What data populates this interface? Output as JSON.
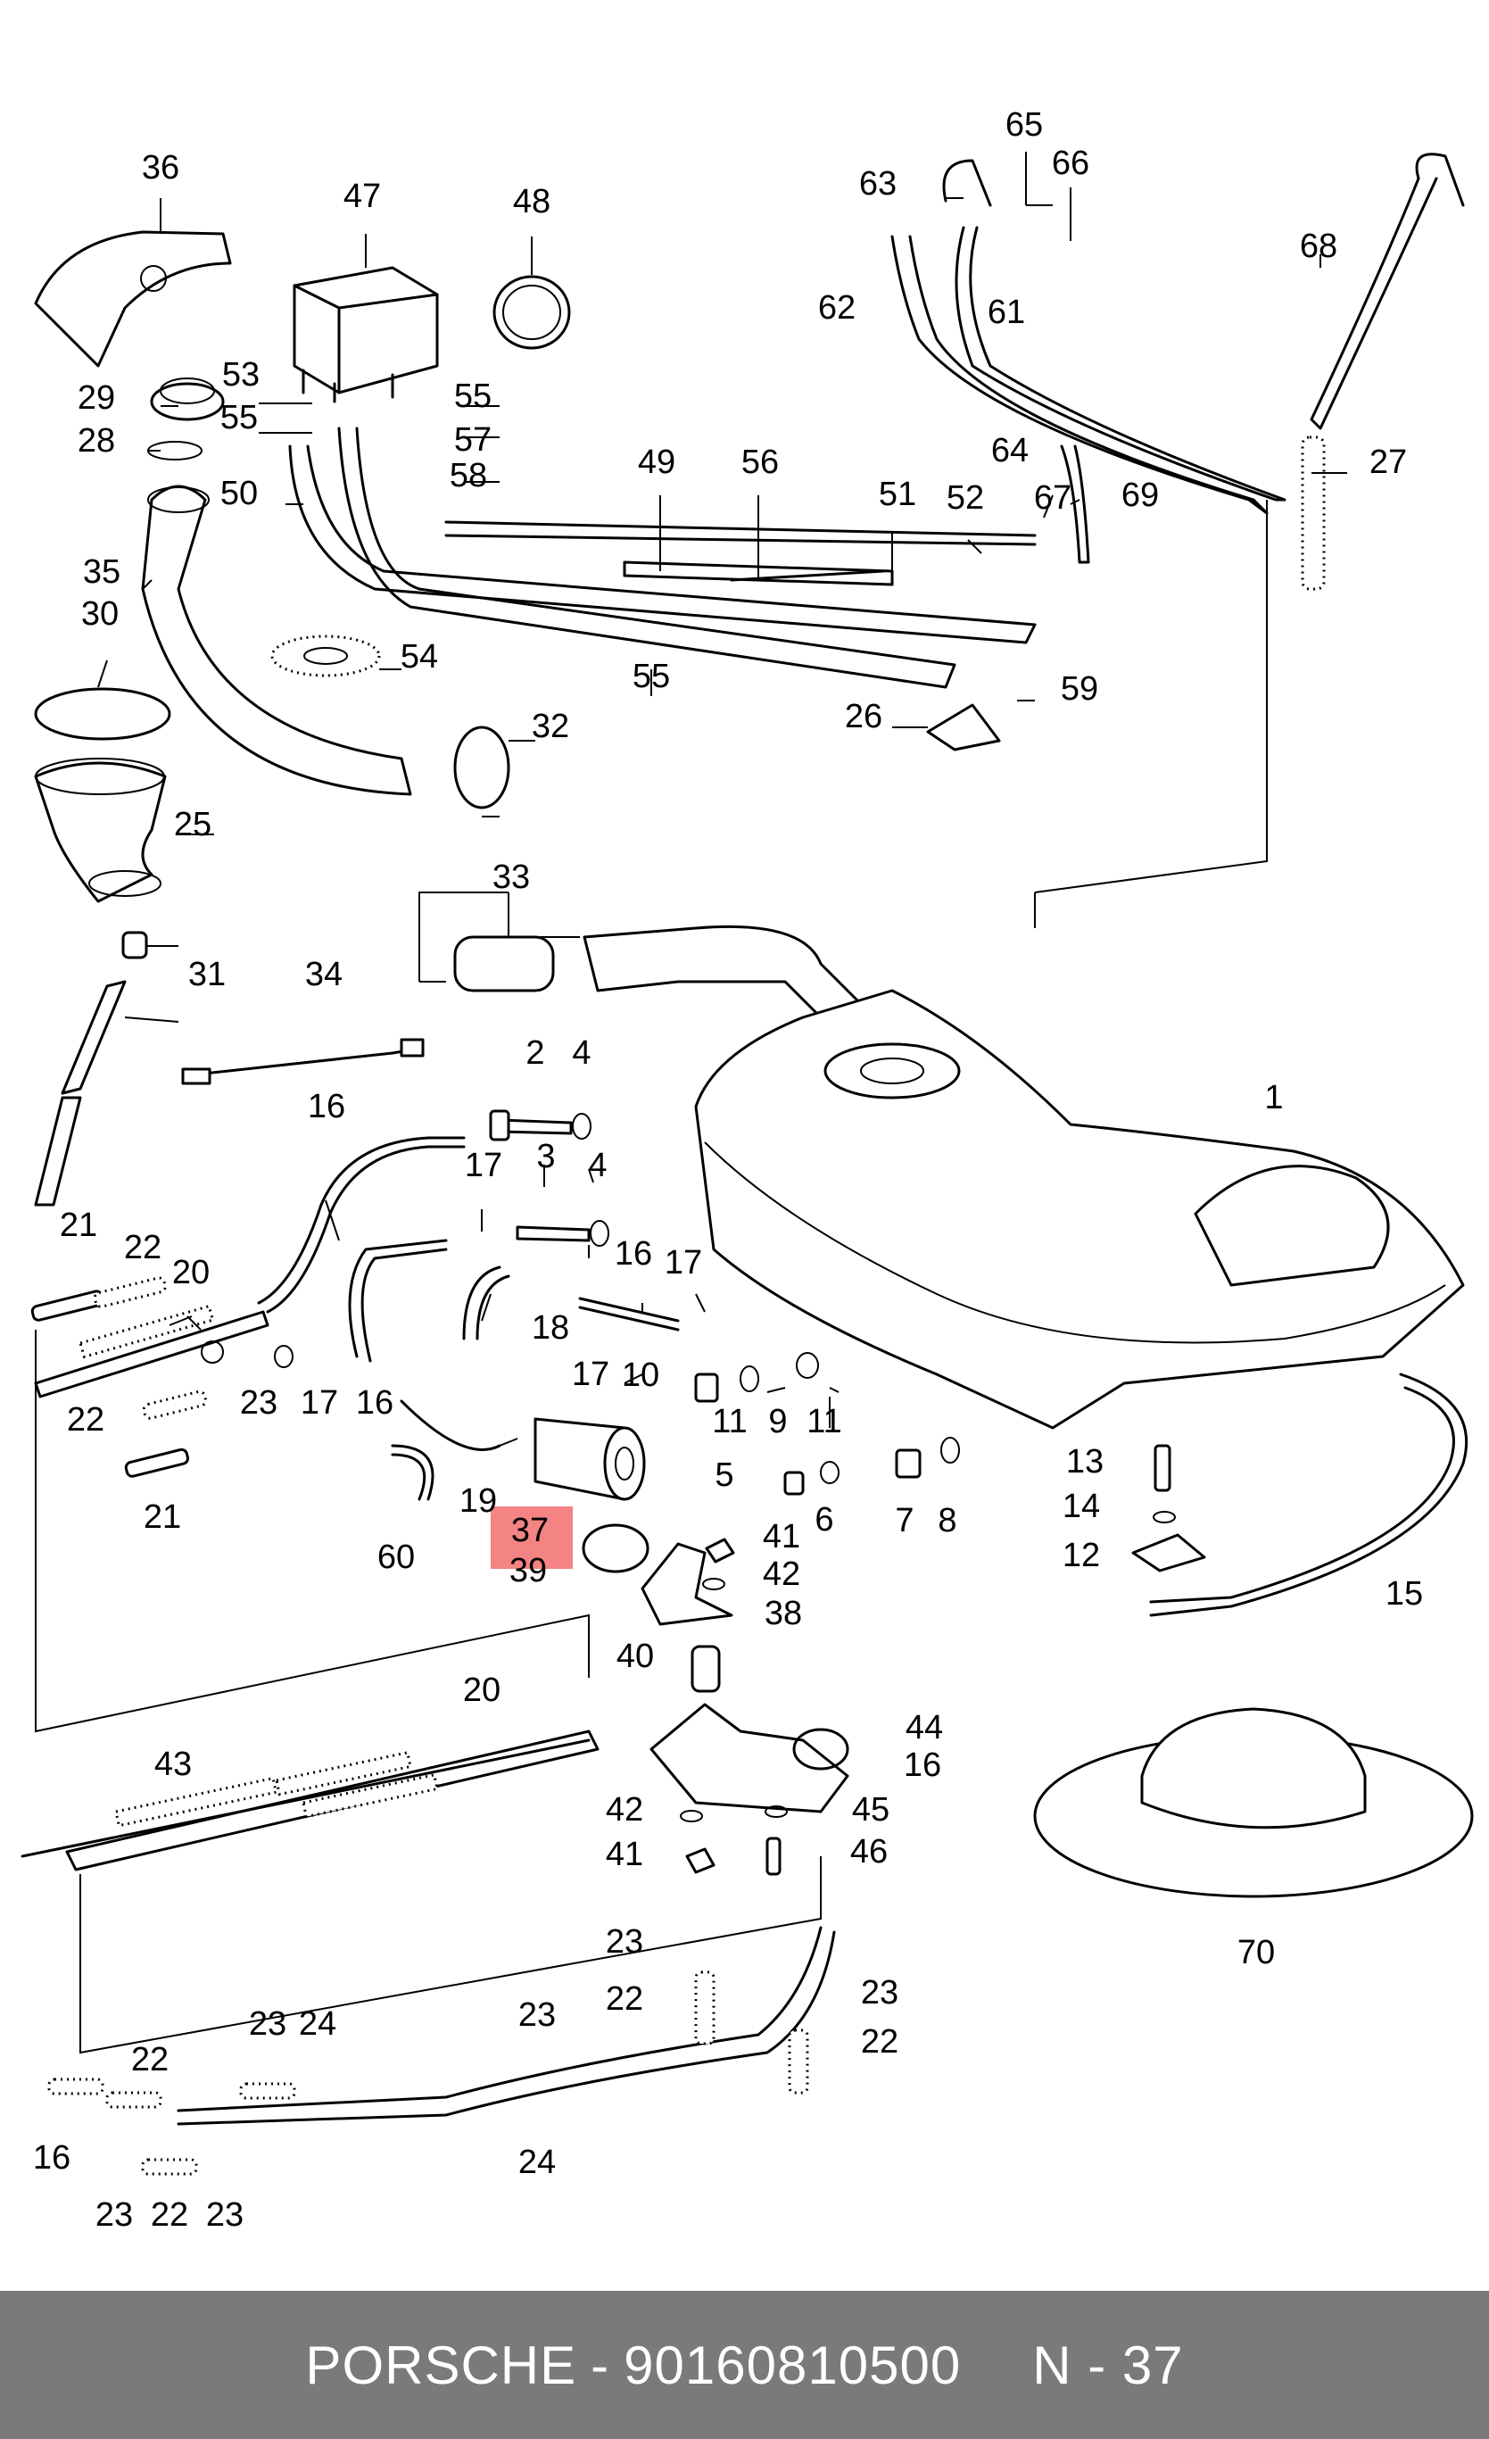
{
  "footer": {
    "brand": "PORSCHE",
    "separator": "-",
    "part_number": "90160810500",
    "page_ref": "N - 37"
  },
  "highlight": {
    "callout": "37",
    "color": "#f26d6d"
  },
  "callouts": [
    "36",
    "47",
    "48",
    "65",
    "66",
    "63",
    "68",
    "62",
    "61",
    "29",
    "53",
    "55",
    "28",
    "55",
    "57",
    "50",
    "58",
    "49",
    "56",
    "51",
    "52",
    "67",
    "64",
    "69",
    "27",
    "35",
    "30",
    "54",
    "55",
    "59",
    "26",
    "32",
    "25",
    "33",
    "31",
    "34",
    "2",
    "4",
    "1",
    "16",
    "17",
    "3",
    "4",
    "21",
    "22",
    "20",
    "16",
    "17",
    "18",
    "10",
    "11",
    "9",
    "11",
    "17",
    "22",
    "23",
    "17",
    "16",
    "19",
    "5",
    "6",
    "7",
    "8",
    "13",
    "14",
    "21",
    "60",
    "37",
    "39",
    "41",
    "42",
    "38",
    "12",
    "15",
    "40",
    "20",
    "44",
    "43",
    "16",
    "42",
    "45",
    "41",
    "46",
    "70",
    "23",
    "22",
    "23",
    "22",
    "23",
    "24",
    "22",
    "23",
    "16",
    "24",
    "23",
    "22",
    "23"
  ]
}
